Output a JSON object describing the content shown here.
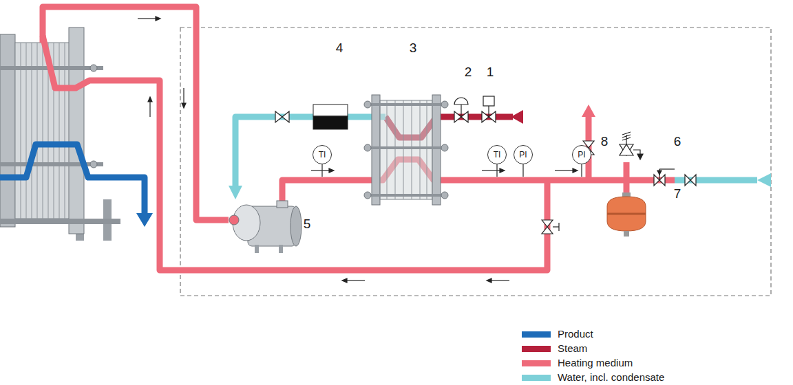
{
  "diagram": {
    "nodes": [
      {
        "text": [
          "TI"
        ]
      },
      {
        "text": [
          "TI"
        ]
      },
      {
        "text": [
          "PI"
        ]
      },
      {
        "text": [
          "PI"
        ]
      }
    ],
    "labels": [
      "4",
      "3",
      "2",
      "1",
      "8",
      "6",
      "5",
      "7"
    ],
    "legend": [
      {
        "text": "Product",
        "color": "#1e6cb8"
      },
      {
        "text": "Steam",
        "color": "#b5203b"
      },
      {
        "text": "Heating medium",
        "color": "#ee6a7a"
      },
      {
        "text": "Water, incl. condensate",
        "color": "#7dd0d8"
      }
    ]
  }
}
